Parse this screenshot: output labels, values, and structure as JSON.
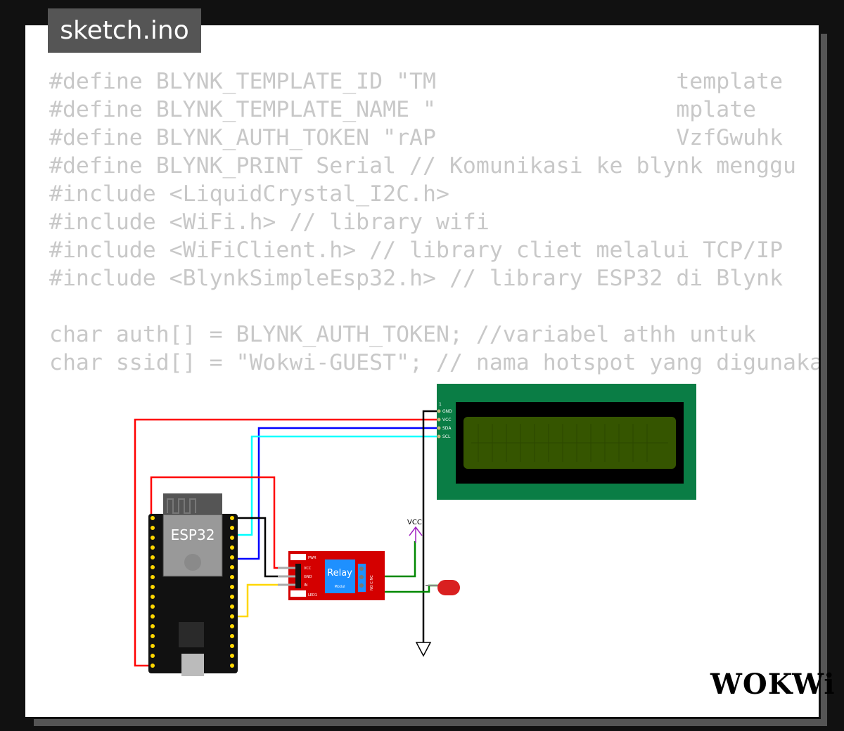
{
  "file_tab": "sketch.ino",
  "code_lines": [
    "#define BLYNK_TEMPLATE_ID \"TM                  template",
    "#define BLYNK_TEMPLATE_NAME \"                  mplate",
    "#define BLYNK_AUTH_TOKEN \"rAP                  VzfGwuhk",
    "#define BLYNK_PRINT Serial // Komunikasi ke blynk menggu",
    "#include <LiquidCrystal_I2C.h>",
    "#include <WiFi.h> // library wifi",
    "#include <WiFiClient.h> // library cliet melalui TCP/IP",
    "#include <BlynkSimpleEsp32.h> // library ESP32 di Blynk",
    "",
    "char auth[] = BLYNK_AUTH_TOKEN; //variabel athh untuk",
    "char ssid[] = \"Wokwi-GUEST\"; // nama hotspot yang digunakan"
  ],
  "diagram": {
    "esp32_label": "ESP32",
    "relay_label": "Relay",
    "relay_sub": "Modul",
    "relay_pins": [
      "VCC",
      "GND",
      "IN"
    ],
    "relay_leds": [
      "PWR",
      "LED1"
    ],
    "relay_terminals": "NO C NC",
    "lcd_pins": [
      "GND",
      "VCC",
      "SDA",
      "SCL"
    ],
    "lcd_pin1": "1",
    "vcc_label": "VCC"
  },
  "brand": "WOKWi",
  "colors": {
    "lcd_board": "#0a7d45",
    "lcd_screen": "#355500",
    "relay": "#d40000",
    "relay_block": "#1e90ff"
  }
}
